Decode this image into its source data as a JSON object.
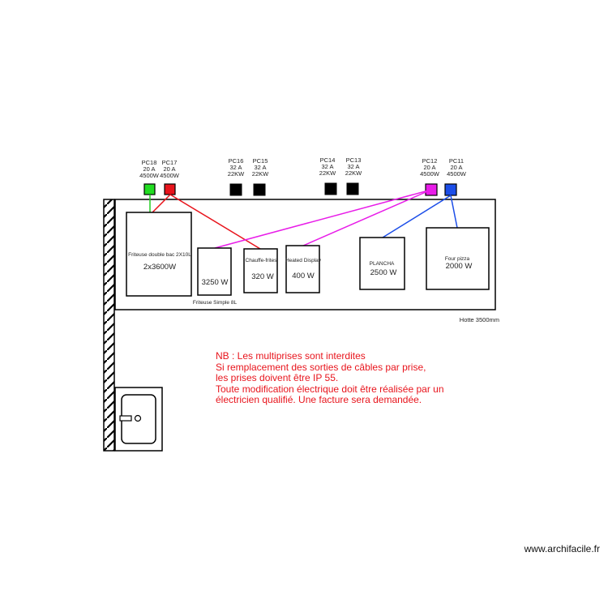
{
  "outlets": [
    {
      "name": "PC18",
      "amps": "20 A",
      "power": "4500W",
      "color": "#22dd22"
    },
    {
      "name": "PC17",
      "amps": "20 A",
      "power": "4500W",
      "color": "#e8141c"
    },
    {
      "name": "PC16",
      "amps": "32 A",
      "power": "22KW",
      "color": "#000000"
    },
    {
      "name": "PC15",
      "amps": "32 A",
      "power": "22KW",
      "color": "#000000"
    },
    {
      "name": "PC14",
      "amps": "32 A",
      "power": "22KW",
      "color": "#000000"
    },
    {
      "name": "PC13",
      "amps": "32 A",
      "power": "22KW",
      "color": "#000000"
    },
    {
      "name": "PC12",
      "amps": "20 A",
      "power": "4500W",
      "color": "#e81ce8"
    },
    {
      "name": "PC11",
      "amps": "20 A",
      "power": "4500W",
      "color": "#1c4ee8"
    }
  ],
  "appliances": {
    "friteuse_double": {
      "name": "Friteuse double bac 2X10L",
      "power": "2x3600W"
    },
    "friteuse_simple": {
      "name": "Friteuse Simple 8L",
      "power": "3250 W"
    },
    "chauffe_frites": {
      "name": "Chauffe-frites",
      "power": "320 W"
    },
    "heated_display": {
      "name": "Heated Display",
      "power": "400 W"
    },
    "plancha": {
      "name": "PLANCHA",
      "power": "2500 W"
    },
    "four_pizza": {
      "name": "Four pizza",
      "power": "2000 W"
    }
  },
  "hood_label": "Hotte 3500mm",
  "note_lines": [
    "NB : Les multiprises sont interdites",
    "Si remplacement des sorties de câbles par prise,",
    "les prises doivent être IP 55.",
    "Toute modification électrique doit être réalisée par un",
    "électricien qualifié. Une facture sera demandée."
  ],
  "watermark": "www.archifacile.fr"
}
